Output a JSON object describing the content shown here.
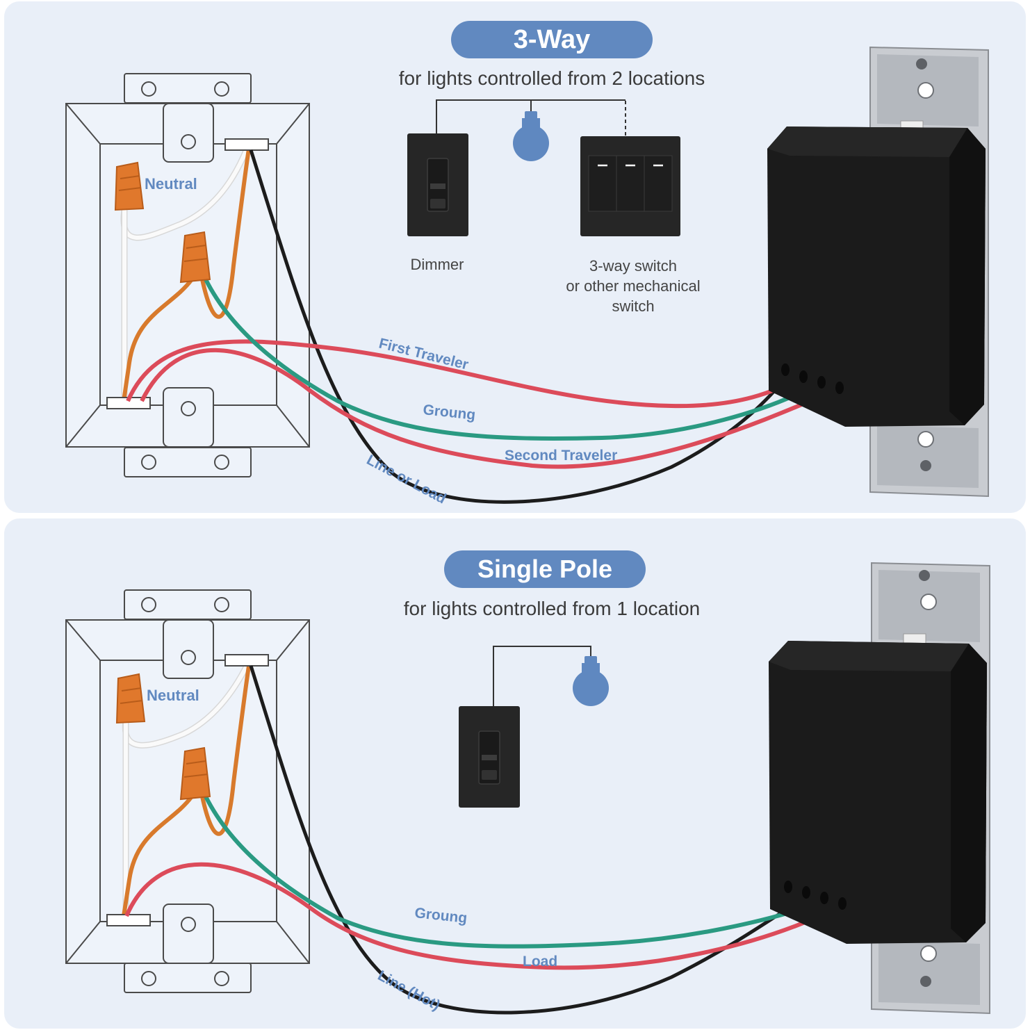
{
  "colors": {
    "panel_bg": "#e9eff8",
    "accent": "#6189c0",
    "wire_red": "#dc4b5a",
    "wire_green": "#2a9a82",
    "wire_black": "#1c1c1c",
    "wire_orange": "#d87a2c",
    "wire_white": "#f7f7f7",
    "wire_nut": "#e0782c",
    "switch_body": "#262626"
  },
  "three_way": {
    "title": "3-Way",
    "subtitle": "for lights controlled from 2 locations",
    "neutral_label": "Neutral",
    "dimmer_label": "Dimmer",
    "switch_label_line1": "3-way switch",
    "switch_label_line2": "or other mechanical",
    "switch_label_line3": "switch",
    "wires": {
      "first_traveler": "First Traveler",
      "ground": "Groung",
      "second_traveler": "Second Traveler",
      "line_or_load": "Line or Load"
    },
    "icons": [
      "light-bulb-icon",
      "dimmer-switch-icon",
      "rocker-switch-icon"
    ]
  },
  "single_pole": {
    "title": "Single Pole",
    "subtitle": "for lights controlled from 1 location",
    "neutral_label": "Neutral",
    "wires": {
      "ground": "Groung",
      "load": "Load",
      "line_hot": "Line (Hot)"
    },
    "icons": [
      "light-bulb-icon",
      "dimmer-switch-icon"
    ]
  }
}
